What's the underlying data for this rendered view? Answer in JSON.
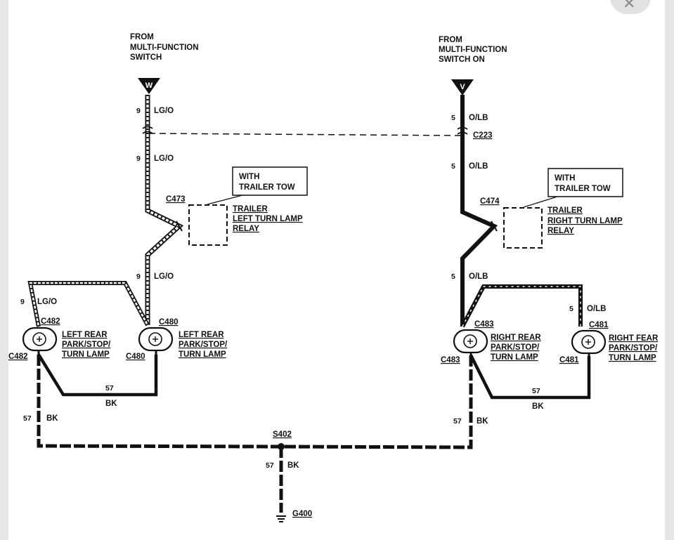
{
  "close": {
    "glyph": "✕",
    "icon": "close-icon"
  },
  "sources": {
    "left": {
      "line1": "FROM",
      "line2": "MULTI-FUNCTION",
      "line3": "SWITCH",
      "marker": "W"
    },
    "right": {
      "line1": "FROM",
      "line2": "MULTI-FUNCTION",
      "line3": "SWITCH ON",
      "marker": "V"
    }
  },
  "wires": {
    "lg_o": "LG/O",
    "o_lb": "O/LB",
    "bk": "BK",
    "n9": "9",
    "n5": "5",
    "n57": "57"
  },
  "connectors": {
    "c223": "C223",
    "c473": "C473",
    "c474": "C474",
    "c480": "C480",
    "c481": "C481",
    "c482": "C482",
    "c483": "C483",
    "s402": "S402",
    "g400": "G400"
  },
  "notes": {
    "trailer_tow_1": "WITH",
    "trailer_tow_2": "TRAILER TOW"
  },
  "relays": {
    "left": {
      "line1": "TRAILER",
      "line2": "LEFT TURN LAMP",
      "line3": "RELAY"
    },
    "right": {
      "line1": "TRAILER",
      "line2": "RIGHT TURN LAMP",
      "line3": "RELAY"
    }
  },
  "lamps": {
    "left_rear_1": "LEFT REAR",
    "right_rear_1": "RIGHT REAR",
    "right_rear_clip_1": "RIGHT FEAR",
    "line2": "PARK/STOP/",
    "line3": "TURN LAMP",
    "line3_clip": "TURN LAMP"
  }
}
